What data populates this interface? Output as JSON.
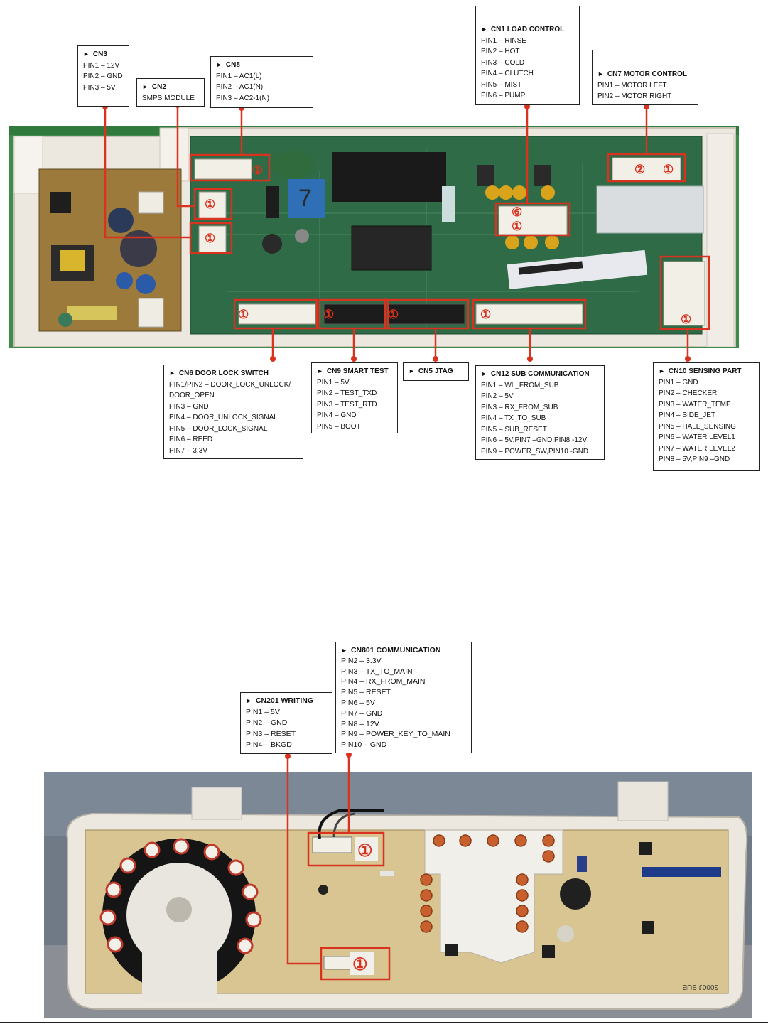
{
  "main_board": {
    "connectors": {
      "cn3": {
        "title": "CN3",
        "lines": [
          "PIN1 – 12V",
          "PIN2 – GND",
          "PIN3 – 5V"
        ]
      },
      "cn2": {
        "title": "CN2",
        "lines": [
          "SMPS MODULE"
        ]
      },
      "cn8": {
        "title": "CN8",
        "lines": [
          "PIN1 – AC1(L)",
          "PIN2 – AC1(N)",
          "PIN3 – AC2-1(N)"
        ]
      },
      "cn1": {
        "title": "CN1 LOAD CONTROL",
        "lines": [
          "PIN1 – RINSE",
          "PIN2 – HOT",
          "PIN3 – COLD",
          "PIN4 – CLUTCH",
          "PIN5 – MIST",
          "PIN6 – PUMP"
        ]
      },
      "cn7": {
        "title": "CN7 MOTOR CONTROL",
        "lines": [
          "PIN1 – MOTOR LEFT",
          "PIN2 – MOTOR RIGHT"
        ]
      },
      "cn6": {
        "title": "CN6 DOOR LOCK SWITCH",
        "lines": [
          "PIN1/PIN2 – DOOR_LOCK_UNLOCK/",
          "DOOR_OPEN",
          "PIN3 – GND",
          "PIN4 – DOOR_UNLOCK_SIGNAL",
          "PIN5 – DOOR_LOCK_SIGNAL",
          "PIN6 – REED",
          "PIN7 – 3.3V"
        ]
      },
      "cn9": {
        "title": "CN9 SMART TEST",
        "lines": [
          "PIN1 – 5V",
          "PIN2 – TEST_TXD",
          "PIN3 – TEST_RTD",
          "PIN4 – GND",
          "PIN5 – BOOT"
        ]
      },
      "cn5": {
        "title": "CN5 JTAG",
        "lines": []
      },
      "cn12": {
        "title": "CN12 SUB COMMUNICATION",
        "lines": [
          "PIN1 – WL_FROM_SUB",
          "PIN2 – 5V",
          "PIN3 – RX_FROM_SUB",
          "PIN4 – TX_TO_SUB",
          "PIN5 – SUB_RESET",
          "PIN6 – 5V,PIN7 –GND,PIN8 -12V",
          "PIN9 – POWER_SW,PIN10 -GND"
        ]
      },
      "cn10": {
        "title": "CN10 SENSING PART",
        "lines": [
          "PIN1 – GND",
          "PIN2 – CHECKER",
          "PIN3 – WATER_TEMP",
          "PIN4 – SIDE_JET",
          "PIN5 – HALL_SENSING",
          "PIN6 – WATER LEVEL1",
          "PIN7 – WATER LEVEL2",
          "PIN8 – 5V,PIN9 –GND"
        ]
      }
    },
    "board_text": {
      "pin_one": "①",
      "pin_two": "②",
      "pin_six": "⑥"
    }
  },
  "sub_board": {
    "connectors": {
      "cn201": {
        "title": "CN201 WRITING",
        "lines": [
          "PIN1 – 5V",
          "PIN2 – GND",
          "PIN3 – RESET",
          "PIN4 – BKGD"
        ]
      },
      "cn801": {
        "title": "CN801 COMMUNICATION",
        "lines": [
          "PIN2 – 3.3V",
          "PIN3 – TX_TO_MAIN",
          "PIN4 – RX_FROM_MAIN",
          "PIN5 – RESET",
          "PIN6 – 5V",
          "PIN7 – GND",
          "PIN8 – 12V",
          "PIN9 – POWER_KEY_TO_MAIN",
          "PIN10 – GND"
        ]
      }
    },
    "pcb_print": "3000J SUB"
  },
  "colors": {
    "callout": "#d9321f",
    "pcb_green": "#2e6b46",
    "housing": "#ece8e0",
    "sub_pcb": "#d8c592",
    "button_copper": "#c8602e"
  }
}
